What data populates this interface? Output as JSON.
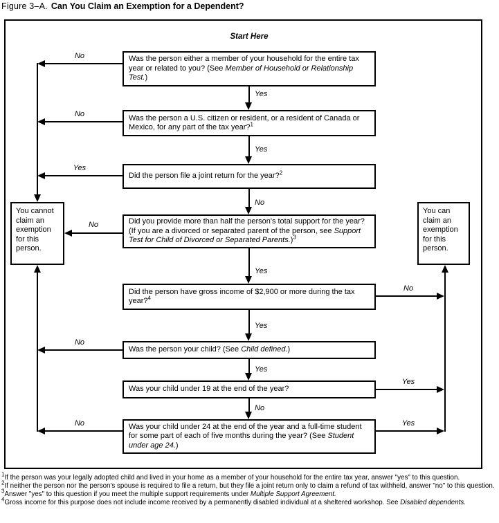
{
  "title": {
    "prefix": "Figure 3–A.",
    "main": "Can You Claim an Exemption for a Dependent?"
  },
  "start_here": "Start Here",
  "edge_labels": {
    "yes": "Yes",
    "no": "No"
  },
  "questions": [
    {
      "segments": [
        {
          "t": "Was the person either a member of your household for the entire tax year or related to you? (See "
        },
        {
          "t": "Member of Household or Relationship Test.",
          "i": true
        },
        {
          "t": ")"
        }
      ]
    },
    {
      "segments": [
        {
          "t": "Was the person a U.S. citizen or resident, or a resident of Canada or Mexico, for any part of the tax year?"
        },
        {
          "t": "1",
          "sup": true
        }
      ]
    },
    {
      "segments": [
        {
          "t": "Did the person file a joint return for the year?"
        },
        {
          "t": "2",
          "sup": true
        }
      ]
    },
    {
      "segments": [
        {
          "t": "Did you provide more than half the person's total support for the year? (If you are a divorced or separated parent of the person, see "
        },
        {
          "t": "Support Test for Child of Divorced or Separated Parents.",
          "i": true
        },
        {
          "t": ")"
        },
        {
          "t": "3",
          "sup": true
        }
      ]
    },
    {
      "segments": [
        {
          "t": "Did the person have gross income of $2,900 or more during the tax year?"
        },
        {
          "t": "4",
          "sup": true
        }
      ]
    },
    {
      "segments": [
        {
          "t": "Was the person your child? (See "
        },
        {
          "t": "Child defined.",
          "i": true
        },
        {
          "t": ")"
        }
      ]
    },
    {
      "segments": [
        {
          "t": "Was your child under 19 at the end of the year?"
        }
      ]
    },
    {
      "segments": [
        {
          "t": "Was your child under 24 at the end of the year and a full-time student for some part of each of five months during the year? (See "
        },
        {
          "t": "Student under age 24.",
          "i": true
        },
        {
          "t": ")"
        }
      ]
    }
  ],
  "outcomes": {
    "cannot": "You cannot claim an exemption for this person.",
    "can": "You can claim an exemption for this person."
  },
  "footnotes": [
    {
      "marker": "1",
      "segments": [
        {
          "t": "If the person was your legally adopted child and lived in your home as a member of your household for the entire tax year, answer \"yes\" to this question."
        }
      ]
    },
    {
      "marker": "2",
      "segments": [
        {
          "t": "If neither the person nor the person's spouse is required to file a return, but they file a joint return only to claim a refund of tax withheld, answer \"no\" to this question."
        }
      ]
    },
    {
      "marker": "3",
      "segments": [
        {
          "t": "Answer \"yes\" to this question if you meet the multiple support requirements under "
        },
        {
          "t": "Multiple Support Agreement.",
          "i": true
        }
      ]
    },
    {
      "marker": "4",
      "segments": [
        {
          "t": "Gross income for this purpose does not include income received by a permanently disabled individual at a sheltered workshop. See "
        },
        {
          "t": "Disabled dependents.",
          "i": true
        }
      ]
    }
  ],
  "colors": {
    "ink": "#000000",
    "paper": "#ffffff"
  }
}
